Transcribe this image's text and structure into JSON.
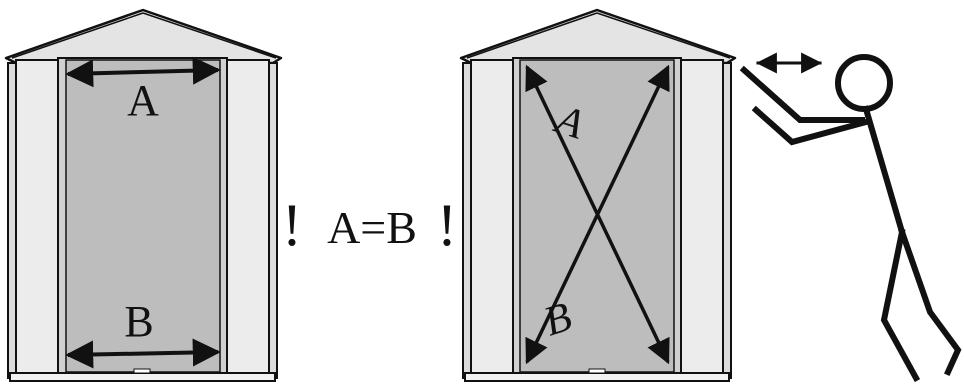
{
  "left_shed": {
    "width_label_top": "A",
    "width_label_bottom": "B"
  },
  "equation": {
    "exclaim_left": "!",
    "text": "A=B",
    "exclaim_right": "!"
  },
  "right_shed": {
    "diagonal_label_a": "A",
    "diagonal_label_b": "B"
  },
  "colors": {
    "outline": "#111111",
    "panel_fill": "#e8e8e8",
    "door_fill": "#bdbdbd",
    "roof_fill": "#e4e4e4"
  }
}
